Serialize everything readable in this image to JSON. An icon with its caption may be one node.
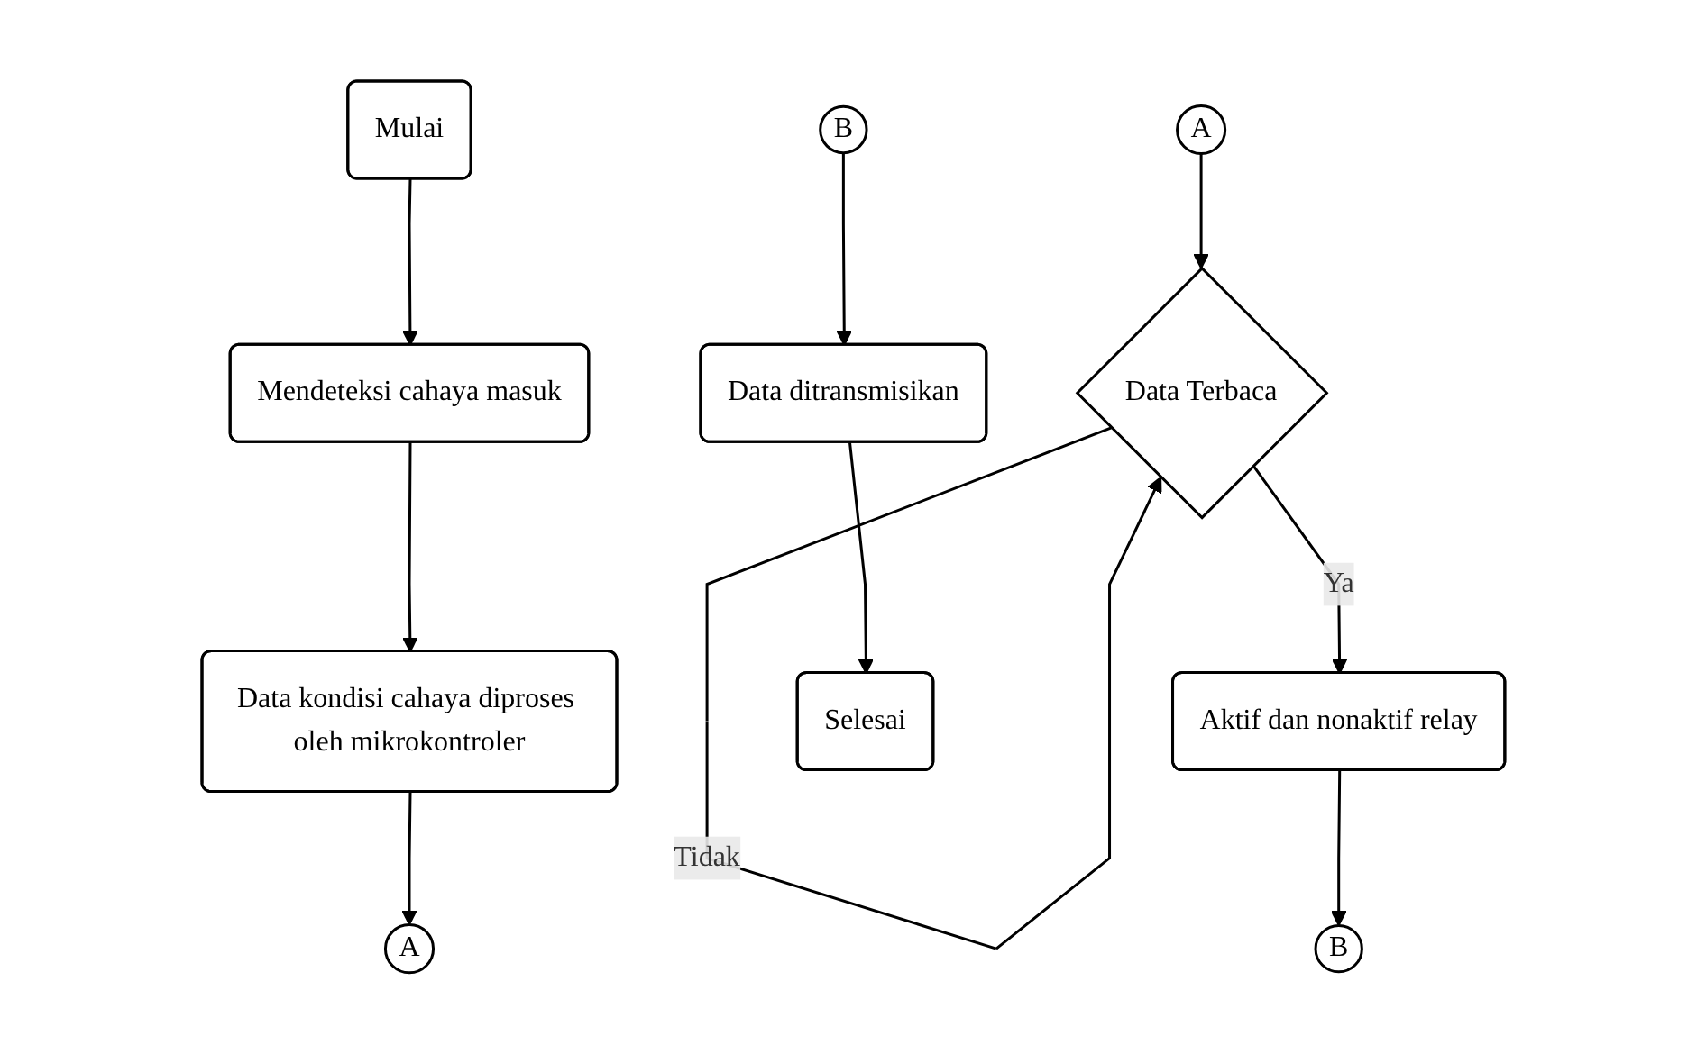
{
  "diagram": {
    "nodes": [
      {
        "text": [
          "Mulai"
        ]
      },
      {
        "text": [
          "Mendeteksi cahaya masuk"
        ]
      },
      {
        "text": [
          "Data kondisi cahaya diproses oleh mikrokontroler"
        ]
      },
      {
        "text": [
          "A"
        ]
      },
      {
        "text": [
          "A"
        ]
      },
      {
        "text": [
          "Data Terbaca"
        ]
      },
      {
        "text": [
          "Aktif dan nonaktif relay"
        ]
      },
      {
        "text": [
          "B"
        ]
      },
      {
        "text": [
          "B"
        ]
      },
      {
        "text": [
          "Data ditransmisikan"
        ]
      },
      {
        "text": [
          "Selesai"
        ]
      }
    ],
    "edges": [
      {
        "from": 0,
        "to": 1,
        "arrow": "to"
      },
      {
        "from": 1,
        "to": 2,
        "arrow": "to"
      },
      {
        "from": 2,
        "to": 3,
        "arrow": "to"
      },
      {
        "from": 4,
        "to": 5,
        "arrow": "to"
      },
      {
        "from": 5,
        "to": 5,
        "label": "Tidak",
        "arrow": "to"
      },
      {
        "from": 5,
        "to": 6,
        "label": "Ya",
        "arrow": "to"
      },
      {
        "from": 6,
        "to": 7,
        "arrow": "to"
      },
      {
        "from": 8,
        "to": 9,
        "arrow": "to"
      },
      {
        "from": 9,
        "to": 10,
        "arrow": "to"
      }
    ]
  }
}
